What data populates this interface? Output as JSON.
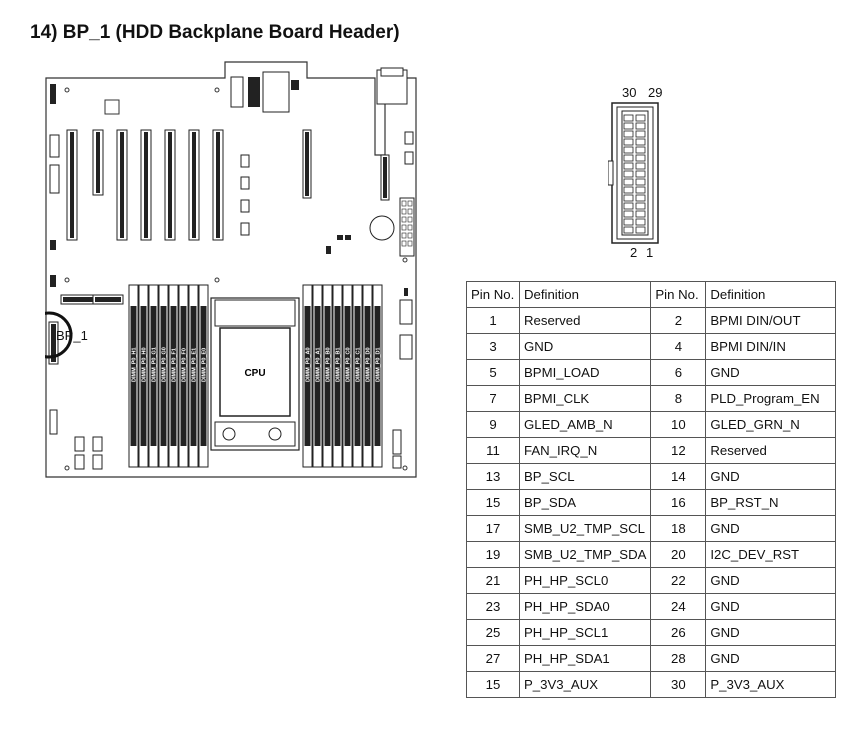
{
  "title": "14)  BP_1 (HDD Backplane Board Header)",
  "board": {
    "cpu_label": "CPU",
    "callout_label": "BP_1",
    "dimm_left": [
      "DIMM_P0_H1",
      "DIMM_P0_H0",
      "DIMM_P0_G1",
      "DIMM_P0_G0",
      "DIMM_P0_F1",
      "DIMM_P0_F0",
      "DIMM_P0_E1",
      "DIMM_P0_E0"
    ],
    "dimm_right": [
      "DIMM_P0_A0",
      "DIMM_P0_A1",
      "DIMM_P0_B0",
      "DIMM_P0_B1",
      "DIMM_P0_C0",
      "DIMM_P0_C1",
      "DIMM_P0_D0",
      "DIMM_P0_D1"
    ]
  },
  "connector": {
    "top_left": "30",
    "top_right": "29",
    "bottom_left": "2",
    "bottom_right": "1"
  },
  "table": {
    "headers": [
      "Pin No.",
      "Definition",
      "Pin No.",
      "Definition"
    ],
    "rows": [
      [
        "1",
        "Reserved",
        "2",
        "BPMI DIN/OUT"
      ],
      [
        "3",
        "GND",
        "4",
        "BPMI DIN/IN"
      ],
      [
        "5",
        "BPMI_LOAD",
        "6",
        "GND"
      ],
      [
        "7",
        "BPMI_CLK",
        "8",
        "PLD_Program_EN"
      ],
      [
        "9",
        "GLED_AMB_N",
        "10",
        "GLED_GRN_N"
      ],
      [
        "11",
        "FAN_IRQ_N",
        "12",
        "Reserved"
      ],
      [
        "13",
        "BP_SCL",
        "14",
        "GND"
      ],
      [
        "15",
        "BP_SDA",
        "16",
        "BP_RST_N"
      ],
      [
        "17",
        "SMB_U2_TMP_SCL",
        "18",
        "GND"
      ],
      [
        "19",
        "SMB_U2_TMP_SDA",
        "20",
        "I2C_DEV_RST"
      ],
      [
        "21",
        "PH_HP_SCL0",
        "22",
        "GND"
      ],
      [
        "23",
        "PH_HP_SDA0",
        "24",
        "GND"
      ],
      [
        "25",
        "PH_HP_SCL1",
        "26",
        "GND"
      ],
      [
        "27",
        "PH_HP_SDA1",
        "28",
        "GND"
      ],
      [
        "15",
        "P_3V3_AUX",
        "30",
        "P_3V3_AUX"
      ]
    ]
  }
}
